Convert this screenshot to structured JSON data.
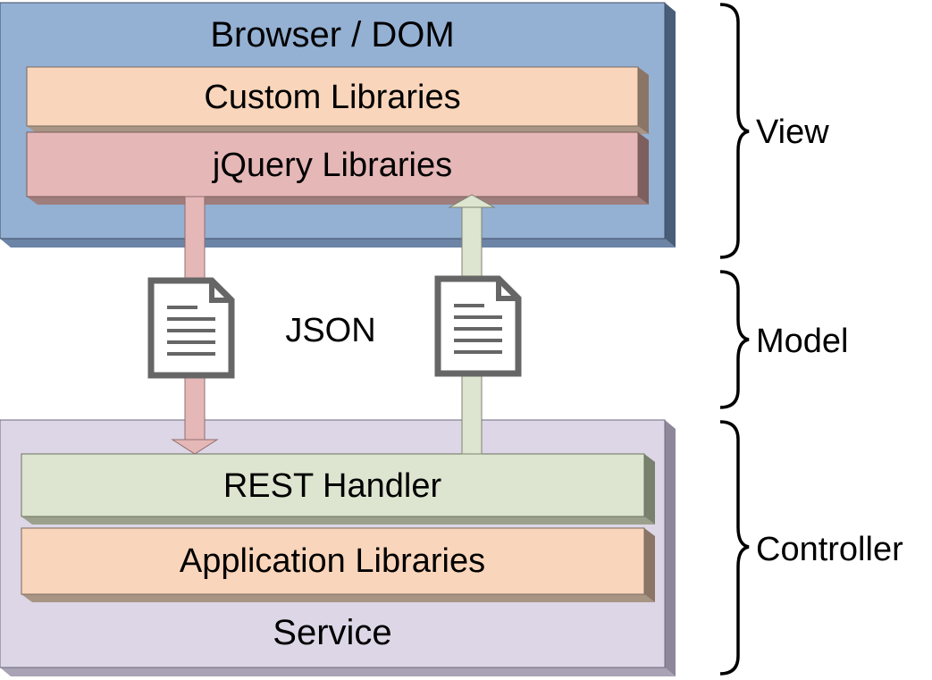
{
  "browser": {
    "title": "Browser / DOM",
    "layers": {
      "custom": "Custom Libraries",
      "jquery": "jQuery Libraries"
    }
  },
  "transport": {
    "label": "JSON",
    "icons": [
      "document-icon",
      "document-icon"
    ]
  },
  "service": {
    "title": "Service",
    "layers": {
      "rest": "REST Handler",
      "application": "Application Libraries"
    }
  },
  "mvc": {
    "view": "View",
    "model": "Model",
    "controller": "Controller"
  },
  "colors": {
    "browser_fill": "#94b0d3",
    "service_fill": "#dcd6e6",
    "custom_fill": "#f9d6bb",
    "jquery_fill": "#e5b8b7",
    "rest_fill": "#dde4cf",
    "application_fill": "#f9d6bb",
    "down_arrow": "#e5b8b7",
    "up_arrow": "#dde4cf",
    "document_stroke": "#666666"
  }
}
